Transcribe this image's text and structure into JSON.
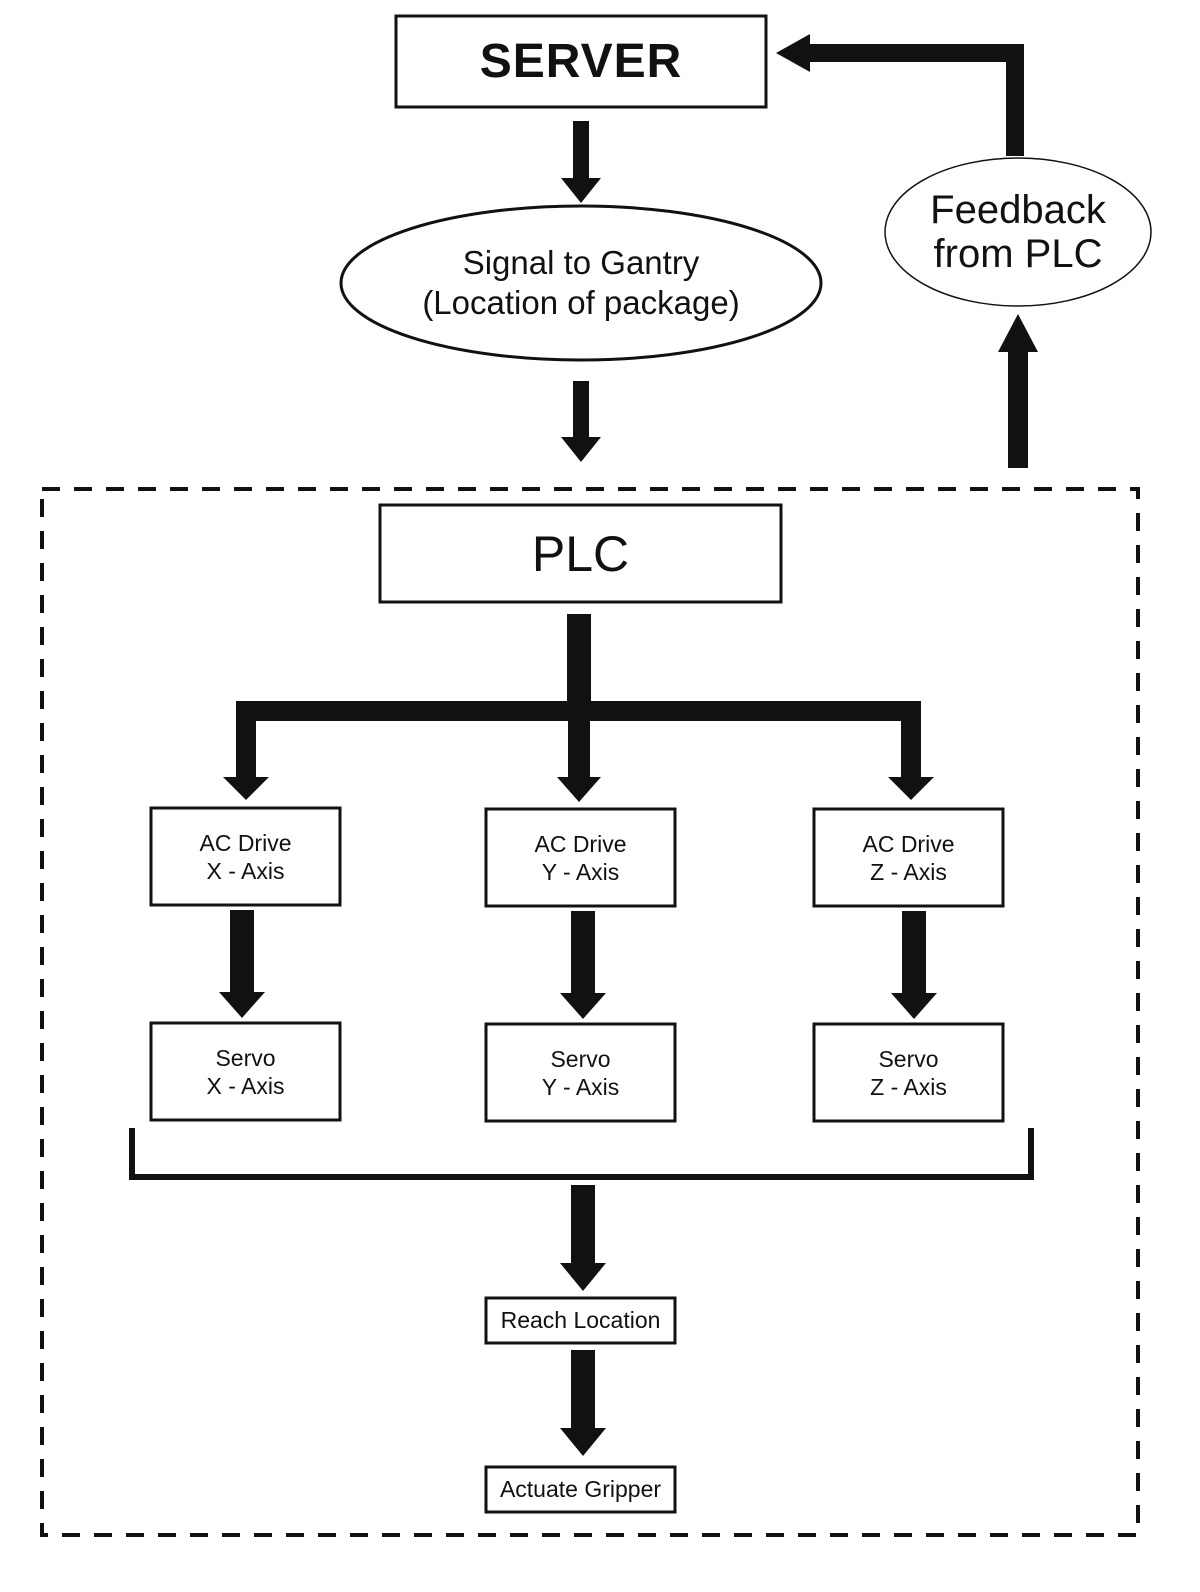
{
  "colors": {
    "ink": "#111111",
    "background": "#ffffff"
  },
  "nodes": {
    "server": {
      "label": "SERVER"
    },
    "signal": {
      "line1": "Signal to Gantry",
      "line2": "(Location of package)"
    },
    "feedback": {
      "line1": "Feedback",
      "line2": "from PLC"
    },
    "plc": {
      "label": "PLC"
    },
    "ac_drive_x": {
      "line1": "AC Drive",
      "line2": "X - Axis"
    },
    "ac_drive_y": {
      "line1": "AC Drive",
      "line2": "Y - Axis"
    },
    "ac_drive_z": {
      "line1": "AC Drive",
      "line2": "Z - Axis"
    },
    "servo_x": {
      "line1": "Servo",
      "line2": "X - Axis"
    },
    "servo_y": {
      "line1": "Servo",
      "line2": "Y - Axis"
    },
    "servo_z": {
      "line1": "Servo",
      "line2": "Z - Axis"
    },
    "reach": {
      "label": "Reach Location"
    },
    "gripper": {
      "label": "Actuate Gripper"
    }
  }
}
